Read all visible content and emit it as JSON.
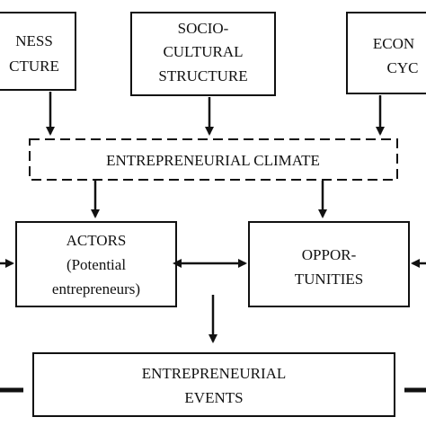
{
  "boxes": {
    "business_structure": [
      "NESS",
      "CTURE"
    ],
    "socio_cultural_structure": [
      "SOCIO-",
      "CULTURAL",
      "STRUCTURE"
    ],
    "economic_cycle": [
      "ECON",
      "CYC"
    ],
    "entrepreneurial_climate": [
      "ENTREPRENEURIAL CLIMATE"
    ],
    "actors": [
      "ACTORS",
      "(Potential",
      "entrepreneurs)"
    ],
    "opportunities": [
      "OPPOR-",
      "TUNITIES"
    ],
    "entrepreneurial_events": [
      "ENTREPRENEURIAL",
      "EVENTS"
    ]
  },
  "colors": {
    "stroke": "#111111",
    "background": "#ffffff"
  }
}
